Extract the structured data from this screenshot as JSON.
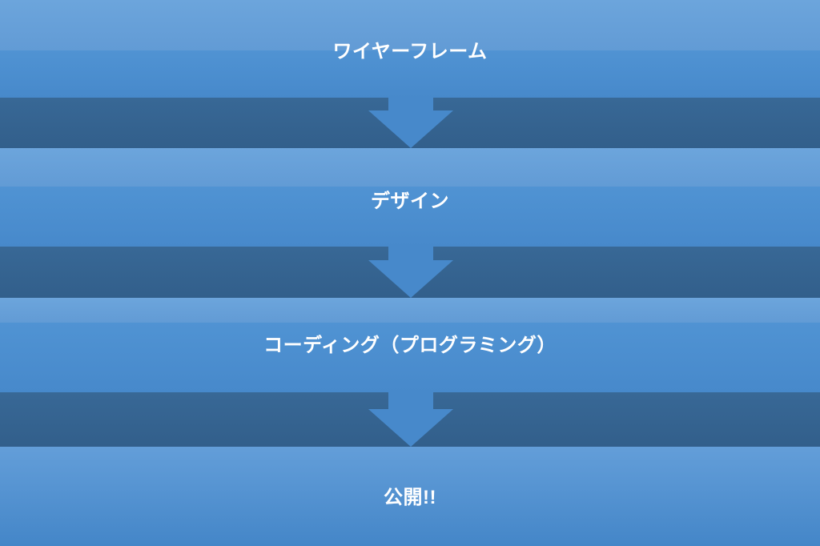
{
  "diagram": {
    "type": "flow",
    "direction": "top-down",
    "steps": [
      {
        "label": "ワイヤーフレーム"
      },
      {
        "label": "デザイン"
      },
      {
        "label": "コーディング（プログラミング）"
      },
      {
        "label": "公開!!"
      }
    ],
    "connector_icon": "down-arrow-icon",
    "colors": {
      "light_top": "#6ca5dc",
      "light_bottom": "#629bd5",
      "medium_top": "#5093d3",
      "medium_bottom": "#4789cb",
      "dark_top": "#386896",
      "dark_bottom": "#325f8b",
      "finale_top": "#639ed9",
      "finale_bottom": "#4486c8",
      "arrow": "#4789cb",
      "text": "#ffffff"
    }
  }
}
